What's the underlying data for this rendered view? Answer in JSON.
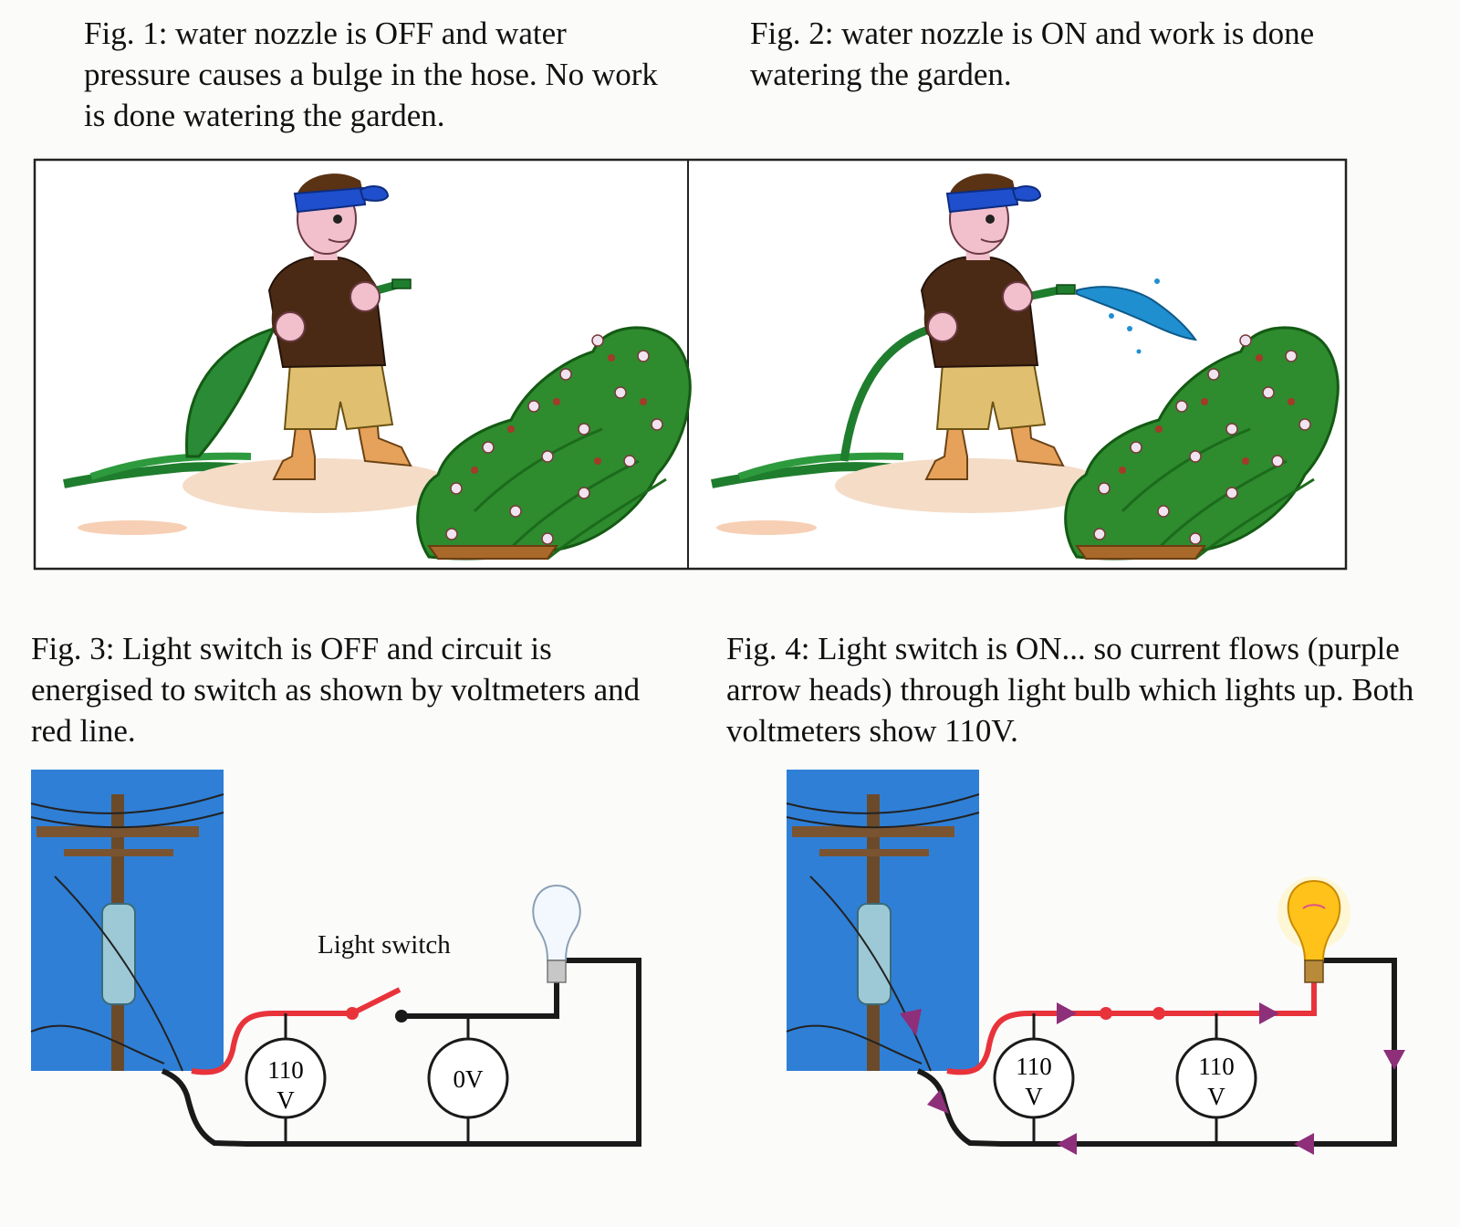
{
  "captions": {
    "fig1": "Fig. 1: water nozzle is OFF and water pressure causes a bulge in the hose. No work is done watering the garden.",
    "fig2": "Fig. 2: water nozzle is ON and work is done watering the garden.",
    "fig3": "Fig. 3: Light switch is OFF and circuit is energised to switch as shown by voltmeters and red line.",
    "fig4": "Fig. 4: Light switch is ON... so current flows (purple arrow heads) through light bulb which lights up. Both voltmeters show 110V."
  },
  "fig3": {
    "switch_label": "Light switch",
    "voltmeter_left": {
      "value": "110",
      "unit": "V"
    },
    "voltmeter_right": {
      "value": "0V"
    }
  },
  "fig4": {
    "voltmeter_left": {
      "value": "110",
      "unit": "V"
    },
    "voltmeter_right": {
      "value": "110",
      "unit": "V"
    }
  },
  "colors": {
    "live_wire": "#e8333b",
    "neutral_wire": "#1a1a1a",
    "current_arrow": "#8e2f7a",
    "sky": "#2f7fd6",
    "hose": "#1f7d2e",
    "bush": "#2e8b2e",
    "water": "#1f8fd0",
    "bulb_on": "#ffc21a"
  }
}
